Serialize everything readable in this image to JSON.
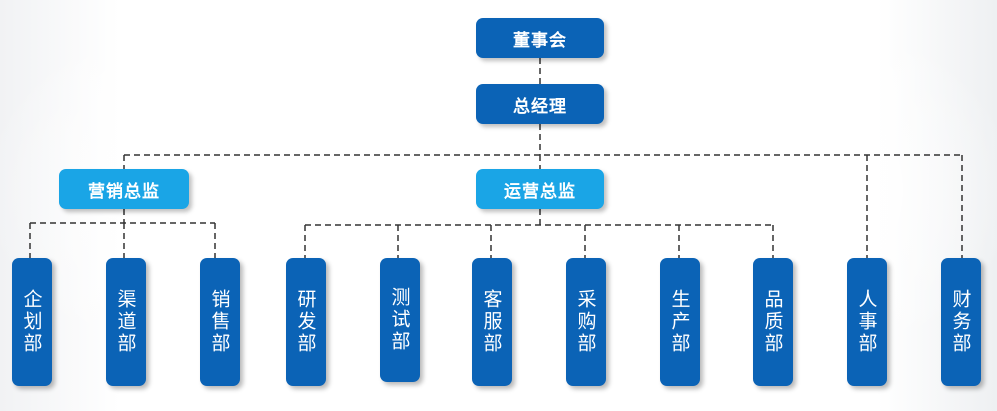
{
  "chart": {
    "root": "董事会",
    "general_manager": "总经理",
    "directors": {
      "marketing": "营销总监",
      "operations": "运营总监"
    },
    "departments": {
      "marketing": [
        "企划部",
        "渠道部",
        "销售部"
      ],
      "operations": [
        "研发部",
        "测试部",
        "客服部",
        "采购部",
        "生产部",
        "品质部"
      ],
      "direct": [
        "人事部",
        "财务部"
      ]
    }
  },
  "colors": {
    "primary_box": "#0b63b6",
    "director_box": "#1aa5e6",
    "connector": "#333333"
  }
}
